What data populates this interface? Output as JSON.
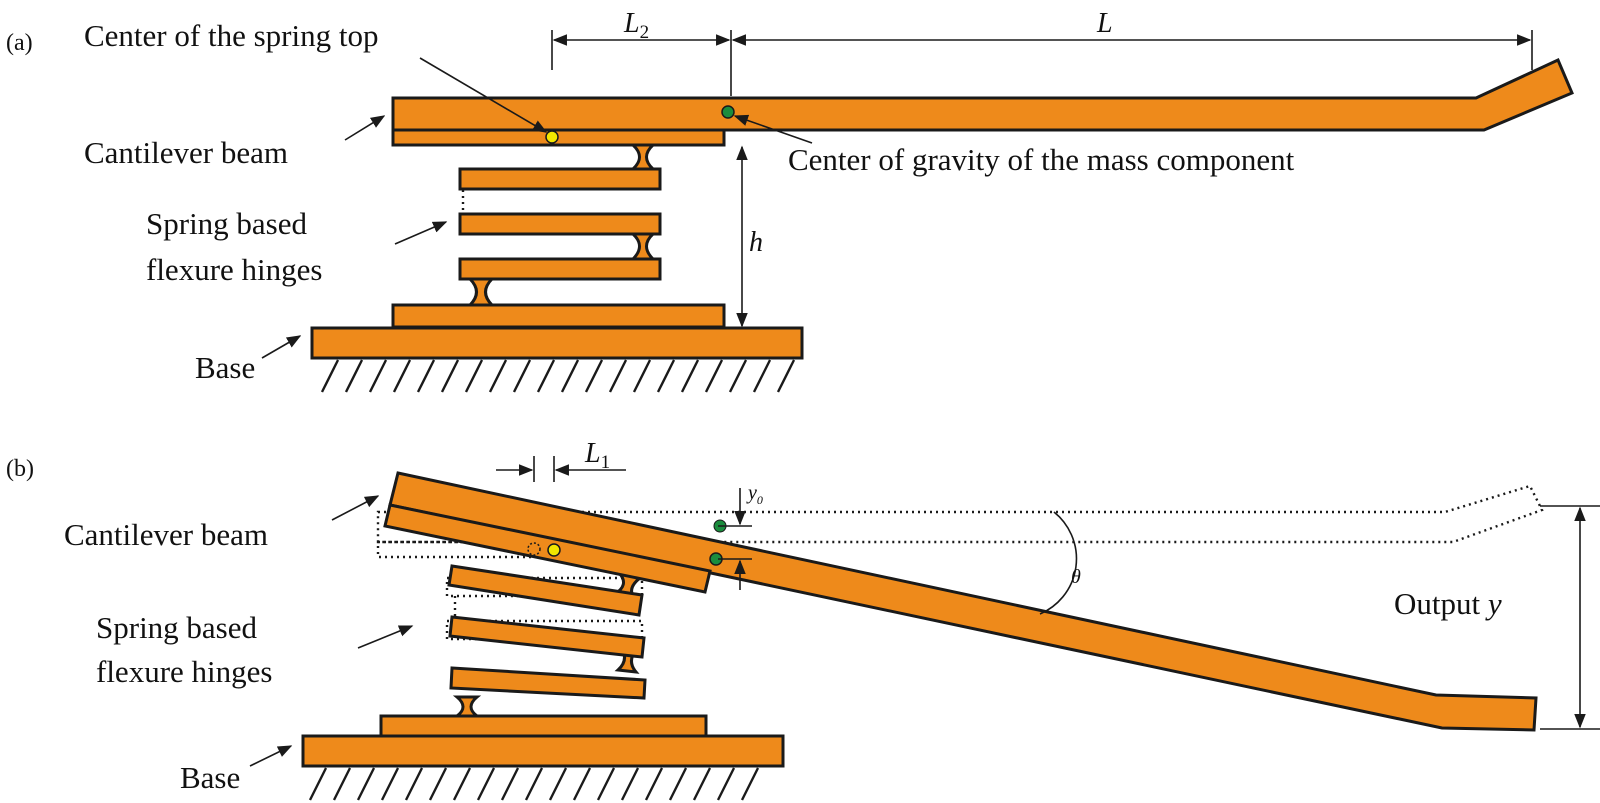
{
  "colors": {
    "orange": "#EE8A1B",
    "yellow_dot": "#F2E600",
    "green_dot": "#1A8C3D",
    "outline": "#1a1a1a"
  },
  "panel_a": {
    "tag": "(a)",
    "labels": {
      "spring_top": "Center of the spring top",
      "cantilever": "Cantilever beam",
      "spring_line1": "Spring based",
      "spring_line2": "flexure hinges",
      "gravity": "Center of gravity  of the mass component",
      "base": "Base"
    },
    "dims": {
      "L2_main": "L",
      "L2_sub": "2",
      "L": "L",
      "h": "h"
    }
  },
  "panel_b": {
    "tag": "(b)",
    "labels": {
      "cantilever": "Cantilever beam",
      "spring_line1": "Spring based",
      "spring_line2": "flexure hinges",
      "base": "Base",
      "output_text": "Output ",
      "output_var": "y"
    },
    "dims": {
      "L1_main": "L",
      "L1_sub": "1",
      "y0_main": "y",
      "y0_sub": "0",
      "theta": "θ"
    }
  }
}
